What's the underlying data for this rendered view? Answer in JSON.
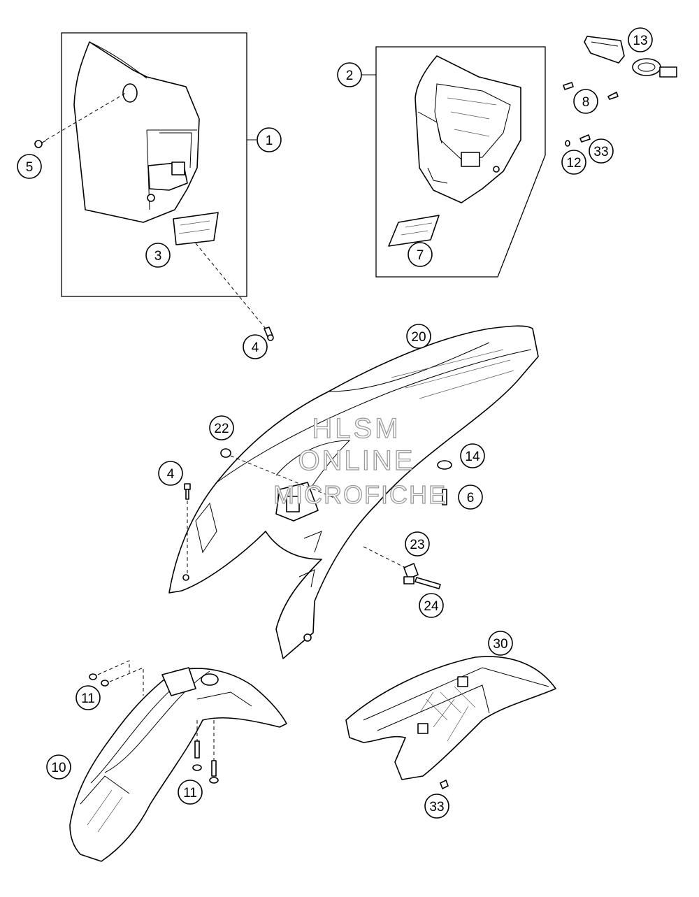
{
  "watermark": {
    "line1": "HLSM",
    "line2": "ONLINE",
    "line3": "MICROFICHE"
  },
  "callouts": [
    {
      "id": "c1",
      "label": "1"
    },
    {
      "id": "c2",
      "label": "2"
    },
    {
      "id": "c3",
      "label": "3"
    },
    {
      "id": "c4a",
      "label": "4"
    },
    {
      "id": "c4b",
      "label": "4"
    },
    {
      "id": "c5",
      "label": "5"
    },
    {
      "id": "c6",
      "label": "6"
    },
    {
      "id": "c7",
      "label": "7"
    },
    {
      "id": "c8",
      "label": "8"
    },
    {
      "id": "c10",
      "label": "10"
    },
    {
      "id": "c11a",
      "label": "11"
    },
    {
      "id": "c11b",
      "label": "11"
    },
    {
      "id": "c12",
      "label": "12"
    },
    {
      "id": "c13",
      "label": "13"
    },
    {
      "id": "c14",
      "label": "14"
    },
    {
      "id": "c20",
      "label": "20"
    },
    {
      "id": "c22",
      "label": "22"
    },
    {
      "id": "c23",
      "label": "23"
    },
    {
      "id": "c24",
      "label": "24"
    },
    {
      "id": "c30",
      "label": "30"
    },
    {
      "id": "c33a",
      "label": "33"
    },
    {
      "id": "c33b",
      "label": "33"
    }
  ]
}
